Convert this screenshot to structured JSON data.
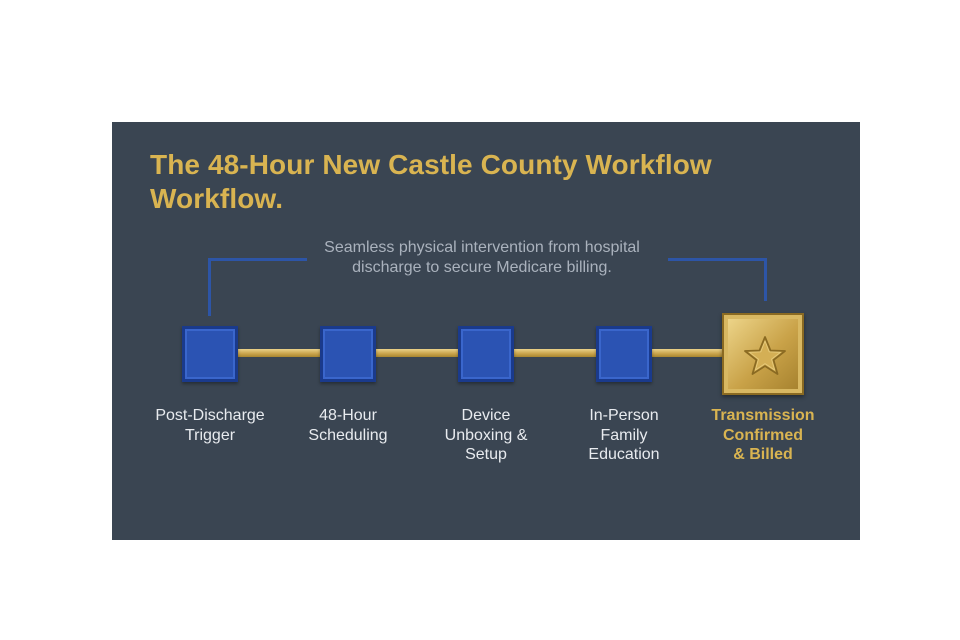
{
  "title": {
    "line1": "The 48-Hour New Castle County Workflow",
    "line2": "Workflow."
  },
  "subtitle": {
    "line1": "Seamless physical intervention from hospital",
    "line2": "discharge to secure Medicare billing."
  },
  "steps": [
    {
      "lines": [
        "Post-Discharge",
        "Trigger"
      ]
    },
    {
      "lines": [
        "48-Hour",
        "Scheduling"
      ]
    },
    {
      "lines": [
        "Device",
        "Unboxing &",
        "Setup"
      ]
    },
    {
      "lines": [
        "In-Person",
        "Family",
        "Education"
      ]
    },
    {
      "lines": [
        "Transmission",
        "Confirmed",
        "& Billed"
      ],
      "icon": "star-icon"
    }
  ],
  "colors": {
    "background": "#3a4552",
    "accent_gold": "#d9b451",
    "node_blue": "#2b53b3",
    "bracket_blue": "#2d55a7"
  }
}
